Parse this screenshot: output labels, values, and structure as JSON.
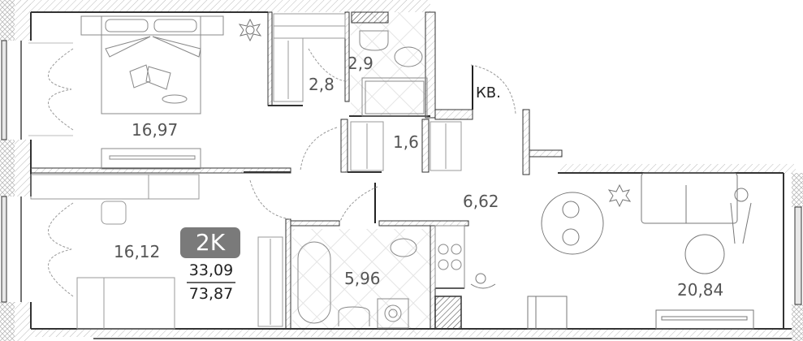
{
  "plan": {
    "type": "apartment-floor-plan",
    "unit_label": "2K",
    "living_area": "33,09",
    "total_area": "73,87",
    "entrance_label": "КВ.",
    "colors": {
      "badge_bg": "#7a7a7a",
      "badge_text": "#ffffff",
      "wall": "#333333",
      "label": "#555555"
    },
    "rooms": [
      {
        "id": "bedroom-1",
        "area": "16,97"
      },
      {
        "id": "wardrobe-1",
        "area": "2,8"
      },
      {
        "id": "bathroom-1",
        "area": "2,9"
      },
      {
        "id": "storage",
        "area": "1,6"
      },
      {
        "id": "hallway",
        "area": "6,62"
      },
      {
        "id": "bedroom-2",
        "area": "16,12"
      },
      {
        "id": "bathroom-2",
        "area": "5,96"
      },
      {
        "id": "living-kitchen",
        "area": "20,84"
      }
    ]
  }
}
